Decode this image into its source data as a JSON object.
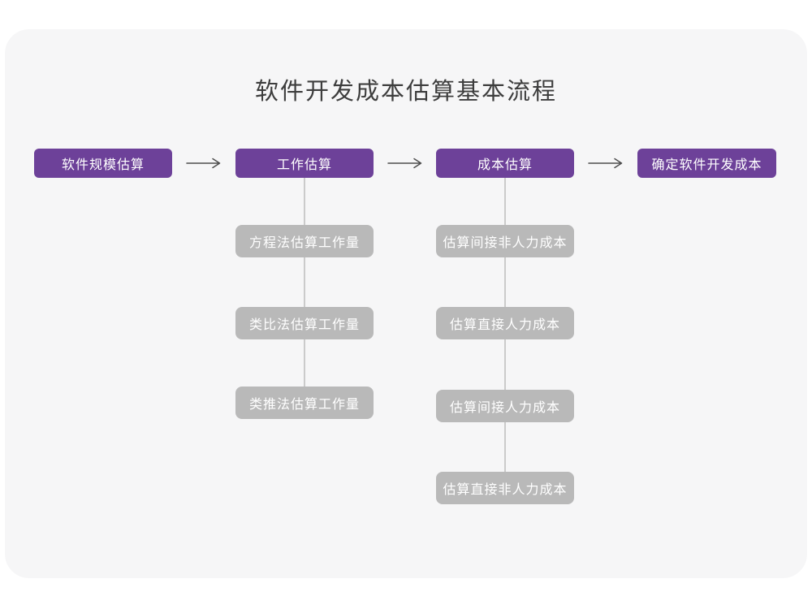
{
  "title": "软件开发成本估算基本流程",
  "colors": {
    "page_bg": "#ffffff",
    "canvas_bg": "#f6f6f7",
    "node_primary": "#6d4199",
    "node_secondary": "#b9b9b9",
    "node_text": "#ffffff",
    "title_text": "#3d3d3d",
    "arrow": "#4d4d4d",
    "connector": "#cbcbcb"
  },
  "icons": {
    "flow_arrow": "long-right-arrow"
  },
  "flow": [
    {
      "label": "软件规模估算"
    },
    {
      "label": "工作估算"
    },
    {
      "label": "成本估算"
    },
    {
      "label": "确定软件开发成本"
    }
  ],
  "sub_columns": [
    {
      "parent": "工作估算",
      "items": [
        "方程法估算工作量",
        "类比法估算工作量",
        "类推法估算工作量"
      ]
    },
    {
      "parent": "成本估算",
      "items": [
        "估算间接非人力成本",
        "估算直接人力成本",
        "估算间接人力成本",
        "估算直接非人力成本"
      ]
    }
  ]
}
